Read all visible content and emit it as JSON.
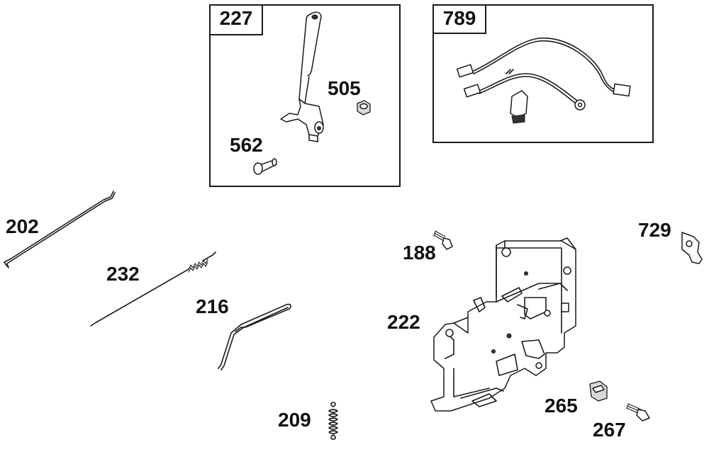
{
  "diagram": {
    "inset_boxes": [
      {
        "id": "box-227",
        "tag": "227",
        "parts": [
          "505",
          "562"
        ]
      },
      {
        "id": "box-789",
        "tag": "789",
        "parts": []
      }
    ],
    "callouts": {
      "c202": "202",
      "c232": "232",
      "c216": "216",
      "c209": "209",
      "c188": "188",
      "c222": "222",
      "c729": "729",
      "c265": "265",
      "c267": "267",
      "c505": "505",
      "c562": "562"
    }
  }
}
